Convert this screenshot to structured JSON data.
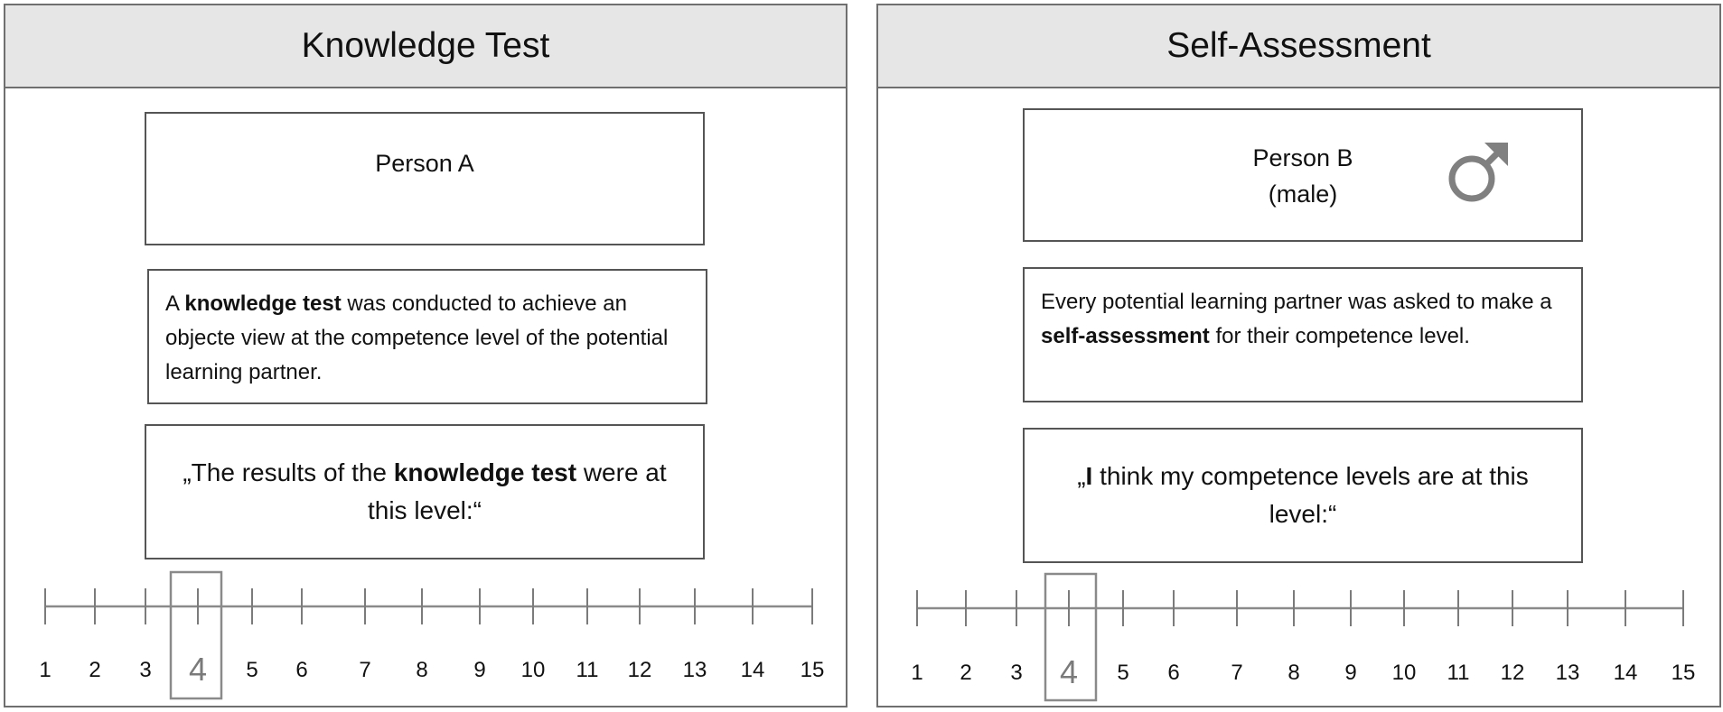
{
  "panels": [
    {
      "title": "Knowledge Test",
      "person": {
        "name": "Person A",
        "gender": ""
      },
      "description": {
        "before": "A ",
        "bold": "knowledge test",
        "after": " was conducted to achieve an objecte view at the competence level of the potential learning partner."
      },
      "quote": {
        "before": "„The results of the ",
        "bold": "knowledge test",
        "after": " were at this level:“"
      },
      "scale": {
        "ticks": [
          "1",
          "2",
          "3",
          "4",
          "5",
          "6",
          "7",
          "8",
          "9",
          "10",
          "11",
          "12",
          "13",
          "14",
          "15"
        ],
        "selected": "4"
      }
    },
    {
      "title": "Self-Assessment",
      "person": {
        "name": "Person B",
        "gender": "(male)",
        "icon": "male-symbol-icon"
      },
      "description": {
        "before": "Every potential learning partner was asked to make a ",
        "bold": "self-assessment",
        "after": " for their competence level."
      },
      "quote": {
        "before": "„",
        "bold": "I",
        "after": " think my competence levels are at this level:“"
      },
      "scale": {
        "ticks": [
          "1",
          "2",
          "3",
          "4",
          "5",
          "6",
          "7",
          "8",
          "9",
          "10",
          "11",
          "12",
          "13",
          "14",
          "15"
        ],
        "selected": "4"
      }
    }
  ],
  "colors": {
    "header_bg": "#e6e6e6",
    "border": "#6f6f6f",
    "icon": "#808080"
  }
}
